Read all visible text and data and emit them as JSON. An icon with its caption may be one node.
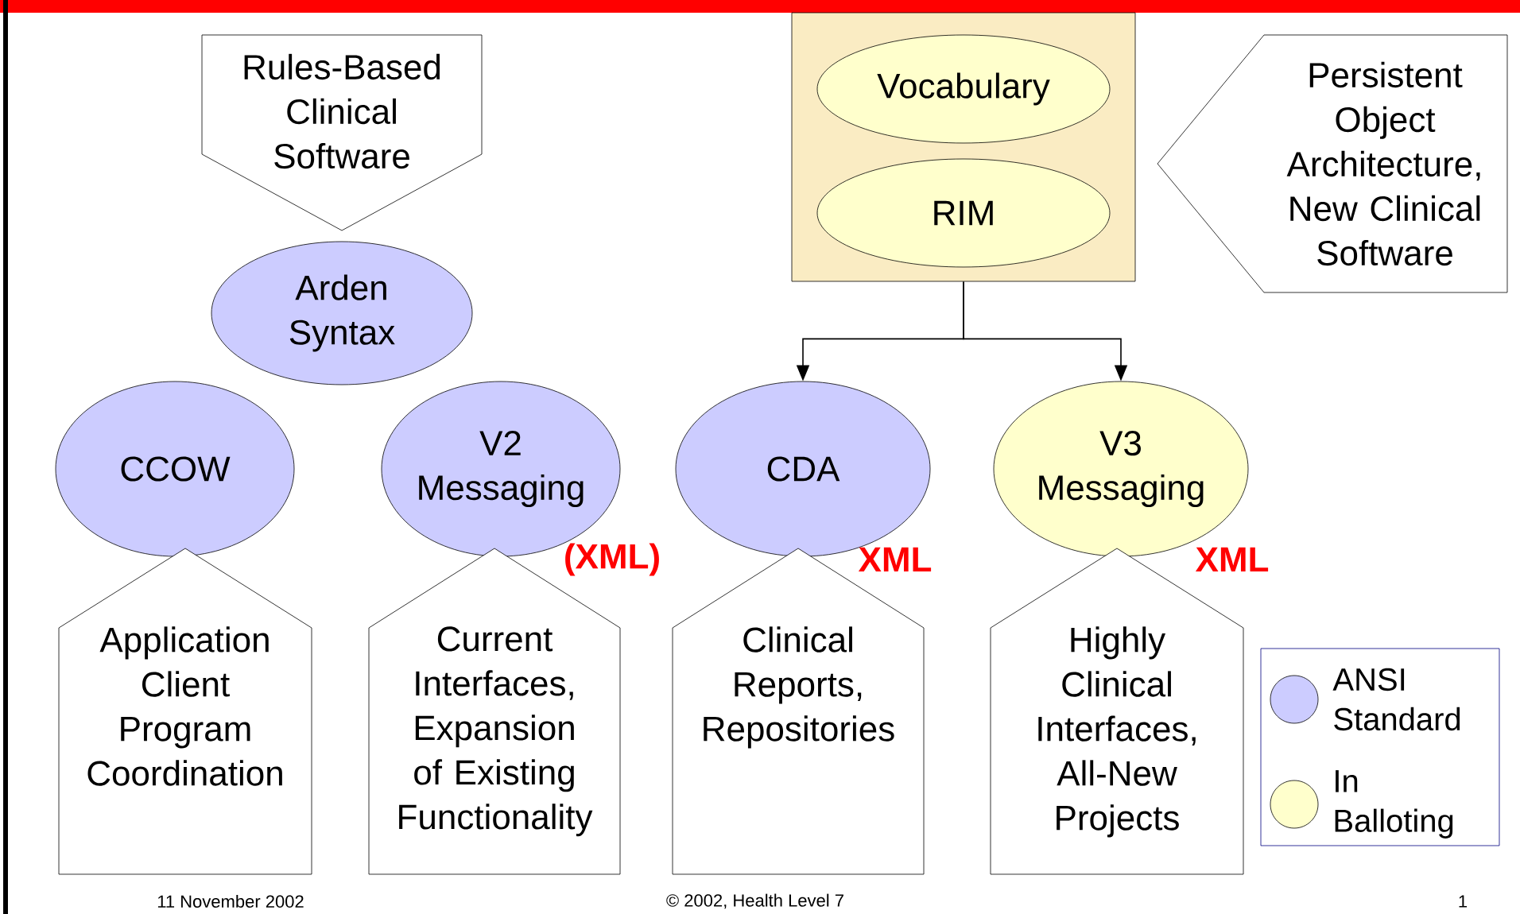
{
  "diagram": {
    "nodes": [
      {
        "text": [
          "Rules-Based Clinical Software"
        ]
      },
      {
        "text": [
          "Arden Syntax"
        ]
      },
      {
        "text": [
          "CCOW"
        ]
      },
      {
        "text": [
          "V2 Messaging"
        ]
      },
      {
        "text": [],
        "shape": "box"
      },
      {
        "text": [
          "Vocabulary"
        ],
        "in": 4
      },
      {
        "text": [
          "RIM"
        ],
        "in": 4
      },
      {
        "text": [
          "Persistent Object Architecture, New Clinical Software"
        ]
      },
      {
        "text": [
          "CDA"
        ]
      },
      {
        "text": [
          "V3 Messaging"
        ]
      },
      {
        "text": [
          "Application Client Program Coordination"
        ]
      },
      {
        "text": [
          "Current Interfaces, Expansion of Existing Functionality"
        ]
      },
      {
        "text": [
          "Clinical Reports, Repositories"
        ]
      },
      {
        "text": [
          "Highly Clinical Interfaces, All-New Projects"
        ]
      }
    ],
    "edges": [
      {
        "from": 4,
        "to": 8,
        "arrow": "to"
      },
      {
        "from": 4,
        "to": 9,
        "arrow": "to"
      }
    ],
    "labels": [
      "(XML)",
      "XML",
      "XML",
      "11 November 2002",
      "© 2002, Health Level 7",
      "1"
    ],
    "legend": [
      {
        "text": "ANSI Standard",
        "color": "#ccccff"
      },
      {
        "text": "In Balloting",
        "color": "#ffffcc"
      }
    ]
  }
}
